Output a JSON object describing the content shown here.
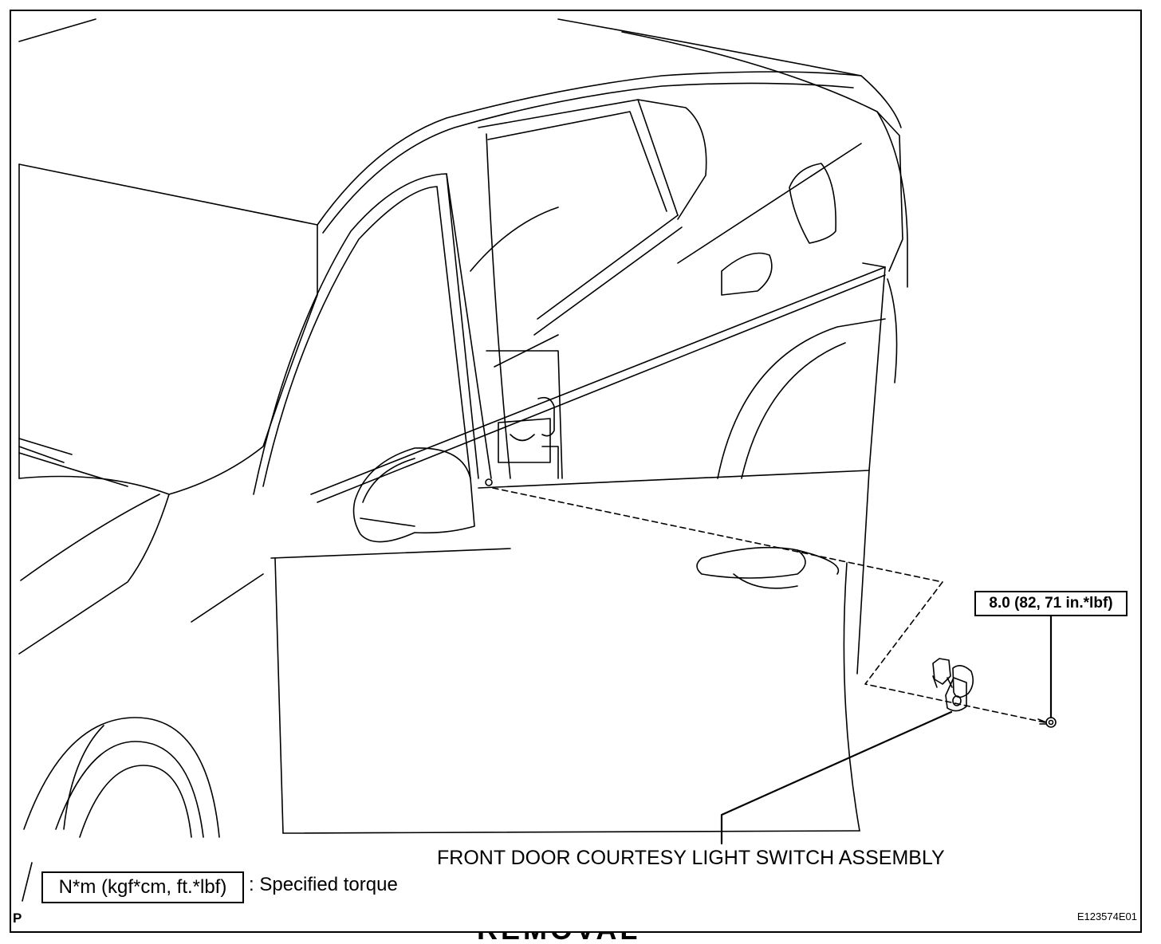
{
  "diagram": {
    "torque_spec": "8.0 (82, 71 in.*lbf)",
    "part_label": "FRONT DOOR COURTESY LIGHT SWITCH ASSEMBLY",
    "legend": {
      "unit_box": "N*m (kgf*cm, ft.*lbf)",
      "description": ": Specified torque"
    },
    "corner_mark": "P",
    "figure_id": "E123574E01",
    "cut_off_text": "REMOVAL"
  }
}
